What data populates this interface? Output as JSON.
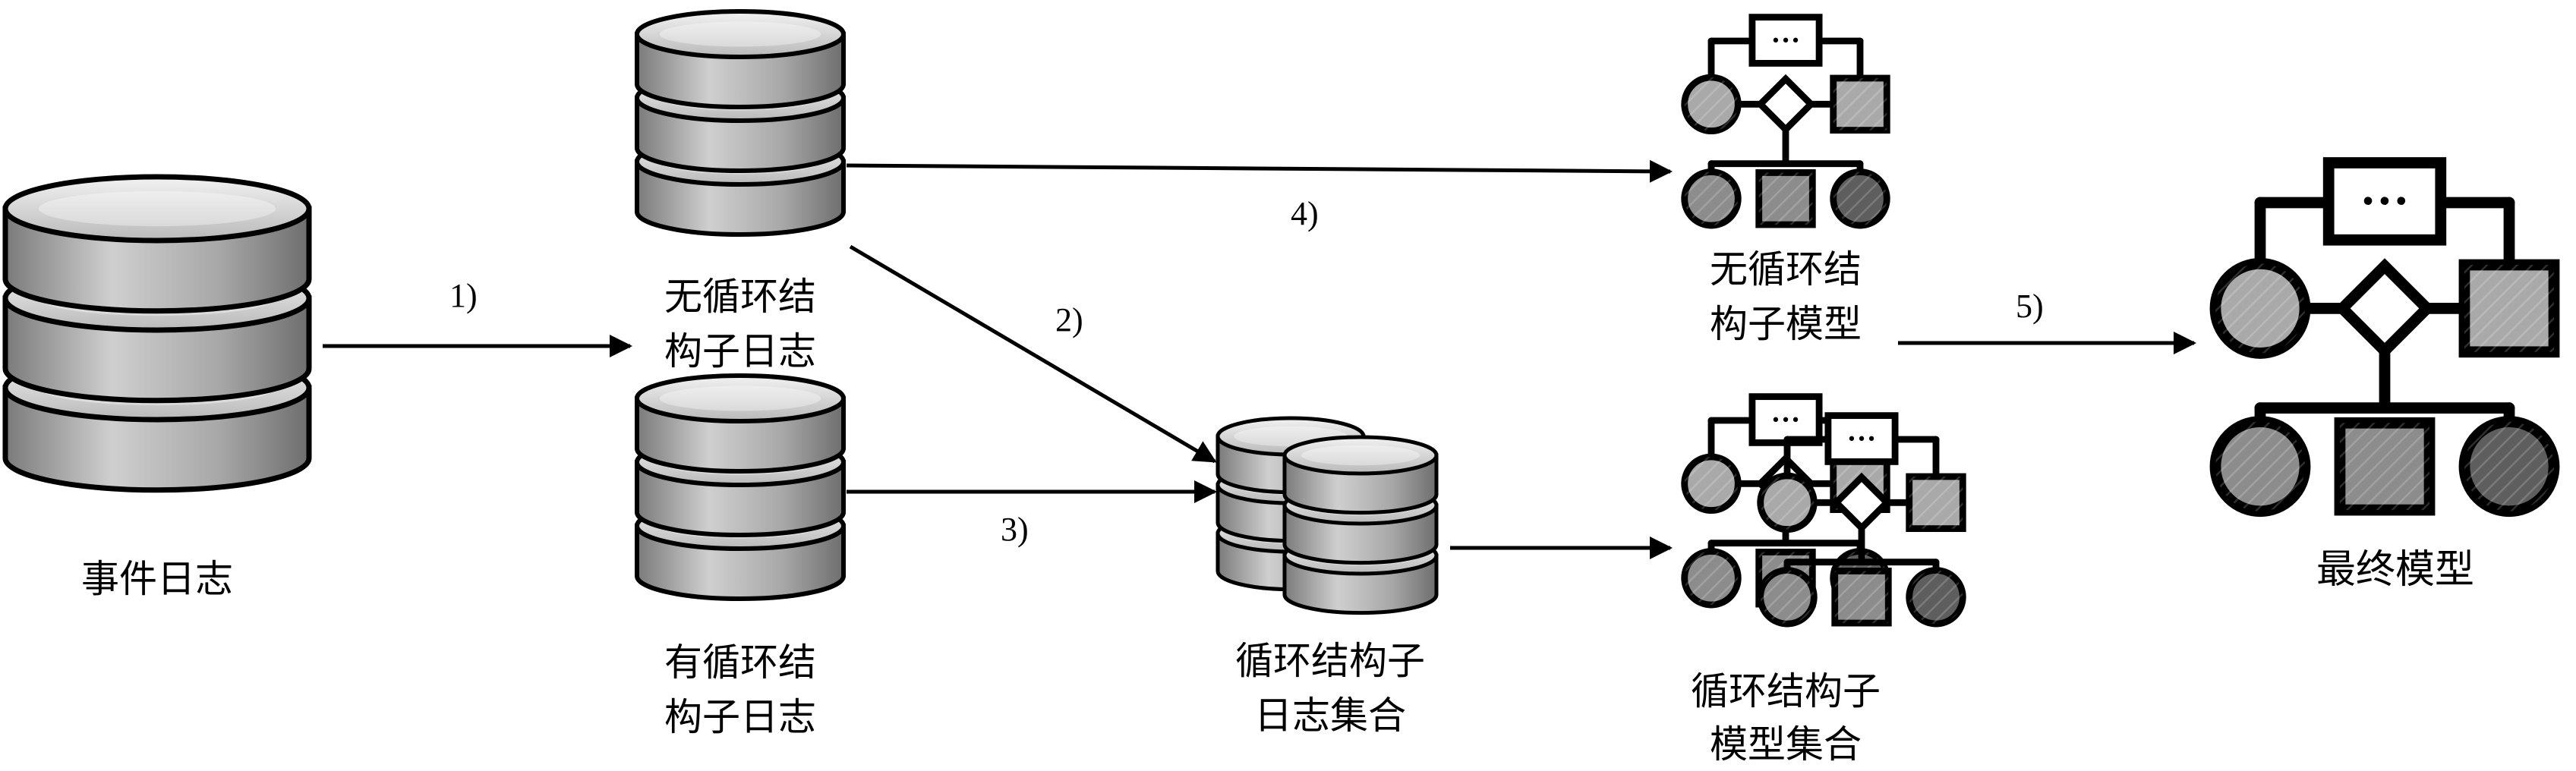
{
  "colors": {
    "stroke": "#000000",
    "disk_light": "#cfcfcf",
    "disk_mid": "#a6a6a6",
    "disk_dark": "#5a5a5a",
    "node_light": "#a9a9a9",
    "node_mid": "#8c8c8c",
    "node_dark": "#5e5e5e",
    "background": "#ffffff"
  },
  "steps": [
    "1)",
    "2)",
    "3)",
    "4)",
    "5)"
  ],
  "labels": {
    "event_log": "事件日志",
    "acyclic_log": [
      "无循环结",
      "构子日志"
    ],
    "cyclic_log": [
      "有循环结",
      "构子日志"
    ],
    "cycle_log_set": [
      "循环结构子",
      "日志集合"
    ],
    "acyclic_model": [
      "无循环结",
      "构子模型"
    ],
    "cycle_model_set": [
      "循环结构子",
      "模型集合"
    ],
    "final_model": "最终模型"
  },
  "model_box_text": "···"
}
